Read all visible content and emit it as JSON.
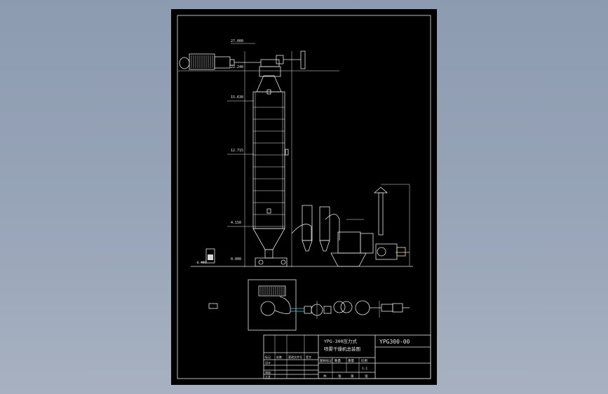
{
  "drawing": {
    "elevations": [
      "27.000",
      "22.240",
      "15.630",
      "12.715",
      "4.150",
      "0.000",
      "-0.400"
    ],
    "level_markers": [
      "0.000",
      "-0.400"
    ]
  },
  "title_block": {
    "title_line1": "YPG-300压力式",
    "title_line2": "喷雾干燥机总装图",
    "drawing_number": "YPG300-00",
    "scale": "1:1",
    "header_cells": [
      "图样标记",
      "数量",
      "重量",
      "比例"
    ],
    "footer_cells": [
      "共",
      "张",
      "第",
      "张"
    ],
    "row_labels": [
      "标记",
      "处数",
      "更改文件号",
      "签字",
      "设计",
      "审核",
      "工艺"
    ]
  },
  "colors": {
    "background": "#8d9bb1",
    "sheet": "#000000",
    "lines": "#e6e6e6",
    "accent_cyan": "#4fd2e0",
    "accent_yellow": "#ffd54a"
  }
}
